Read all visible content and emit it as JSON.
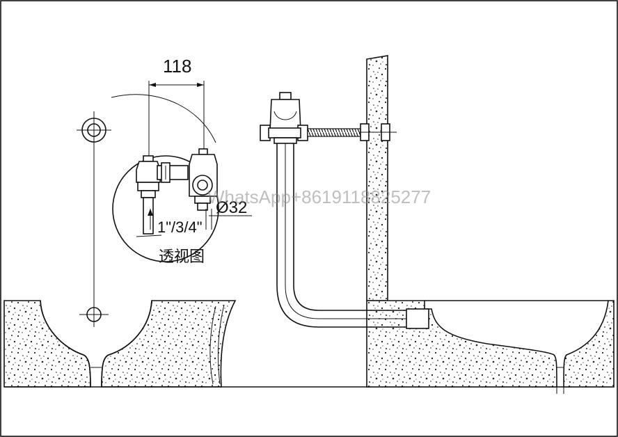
{
  "labels": {
    "dimension_118": "118",
    "inlet_size": "1\"/3/4\"",
    "diameter": "Ø32",
    "perspective_caption": "透视图"
  },
  "watermark": {
    "text": "WhatsApp+8619118825277"
  },
  "icons": [
    "valve-icon",
    "pipe-icon",
    "urinal-basin-icon",
    "crosshair-icon"
  ],
  "colors": {
    "line": "#111111",
    "background": "#ffffff",
    "watermark": "#8a8a8a"
  }
}
